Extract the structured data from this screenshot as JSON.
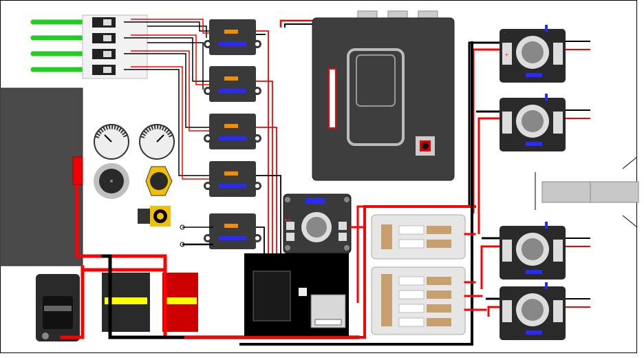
{
  "diagram": {
    "kind": "wiring-layout",
    "colors": {
      "positive_wire": "#ff0000",
      "negative_wire": "#000000",
      "led_wire": "#22cc22",
      "panel_gray": "#4a4a4a",
      "busbar_yellow": "#ffff00",
      "terminal_orange": "#e07a00",
      "copper": "#c8a070"
    },
    "terminal_marks": {
      "plus": "+",
      "minus": "-",
      "plus_minus": "+/-"
    },
    "components": {
      "led_switches": {
        "icon": "toggle-switch-icon",
        "count": 4
      },
      "relays": {
        "icon": "relay-module-icon",
        "count": 5
      },
      "amplifiers": {
        "icon": "amp-module-icon",
        "count": 5
      },
      "gauges": {
        "icon": "analog-gauge-icon",
        "count": 2
      },
      "breaker": {
        "icon": "circuit-breaker-icon"
      },
      "fuse_blocks": {
        "icon": "fuse-block-icon",
        "count": 2
      },
      "busbars": {
        "icon": "bus-bar-icon",
        "count": 2
      },
      "head_unit": {
        "icon": "head-unit-icon"
      },
      "battery": {
        "icon": "battery-icon"
      }
    }
  }
}
